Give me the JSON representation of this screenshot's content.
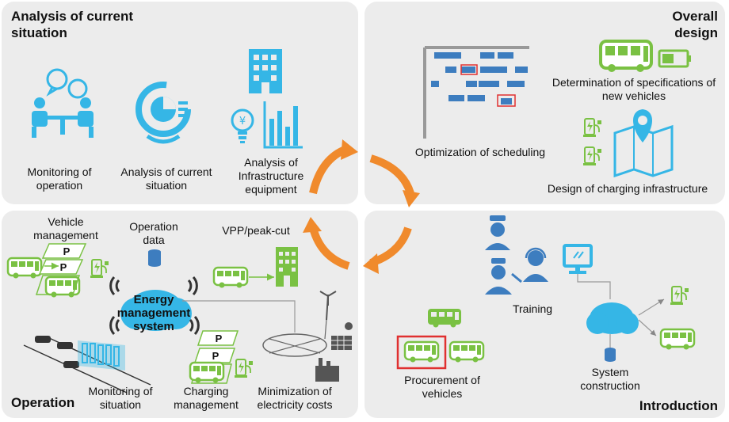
{
  "panels": {
    "analysis": {
      "title": "Analysis of current situation",
      "labels": {
        "monitoring": "Monitoring of operation",
        "analysis": "Analysis of current situation",
        "infrastructure": "Analysis of Infrastructure equipment"
      }
    },
    "design": {
      "title": "Overall design",
      "labels": {
        "scheduling": "Optimization of scheduling",
        "specifications": "Determination of specifications of new vehicles",
        "charging": "Design of charging infrastructure"
      }
    },
    "operation": {
      "title": "Operation",
      "labels": {
        "vehicle_management": "Vehicle management",
        "operation_data": "Operation data",
        "vpp": "VPP/peak-cut",
        "ems": "Energy management system",
        "monitoring_situation": "Monitoring of situation",
        "charging_management": "Charging management",
        "minimization": "Minimization of electricity costs",
        "parking": "P"
      }
    },
    "introduction": {
      "title": "Introduction",
      "labels": {
        "training": "Training",
        "procurement": "Procurement of vehicles",
        "system_construction": "System construction"
      }
    }
  },
  "colors": {
    "panel": "#ececec",
    "teal": "#35b6e6",
    "green": "#7ac143",
    "blue": "#3d7dbf",
    "orange": "#f08a2c",
    "red": "#e03030"
  }
}
